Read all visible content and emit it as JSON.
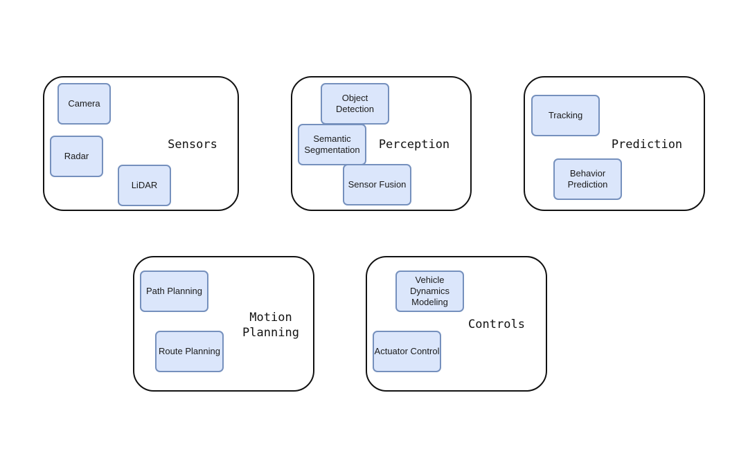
{
  "diagram": {
    "groups": [
      {
        "label": "Sensors",
        "nodes": [
          "Camera",
          "Radar",
          "LiDAR"
        ]
      },
      {
        "label": "Perception",
        "nodes": [
          "Object\nDetection",
          "Semantic\nSegmentation",
          "Sensor Fusion"
        ]
      },
      {
        "label": "Prediction",
        "nodes": [
          "Tracking",
          "Behavior\nPrediction"
        ]
      },
      {
        "label": "Motion\nPlanning",
        "nodes": [
          "Path Planning",
          "Route Planning"
        ]
      },
      {
        "label": "Controls",
        "nodes": [
          "Vehicle\nDynamics\nModeling",
          "Actuator Control"
        ]
      }
    ],
    "colors": {
      "node_fill": "#dbe6fb",
      "node_border": "#7590bd",
      "group_border": "#111111"
    }
  }
}
